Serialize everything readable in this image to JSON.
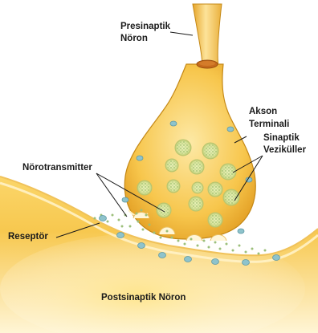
{
  "labels": {
    "presynaptic_line1": "Presinaptik",
    "presynaptic_line2": "Nöron",
    "axon_terminal_line1": "Akson",
    "axon_terminal_line2": "Terminali",
    "synaptic_vesicles_line1": "Sinaptik",
    "synaptic_vesicles_line2": "Veziküller",
    "neurotransmitter": "Nörotransmitter",
    "receptor": "Reseptör",
    "postsynaptic": "Postsinaptik Nöron"
  },
  "colors": {
    "neuron_light": "#fde9a6",
    "neuron_mid": "#f8c84a",
    "neuron_dark": "#e8a624",
    "outline": "#c48816",
    "vesicle_fill": "#f6e6a0",
    "vesicle_dots": "#7fae5a",
    "receptor": "#8ec3cc",
    "neurotransmitter_dot": "#9cbf7a",
    "axon_inner": "#c56a1c"
  }
}
